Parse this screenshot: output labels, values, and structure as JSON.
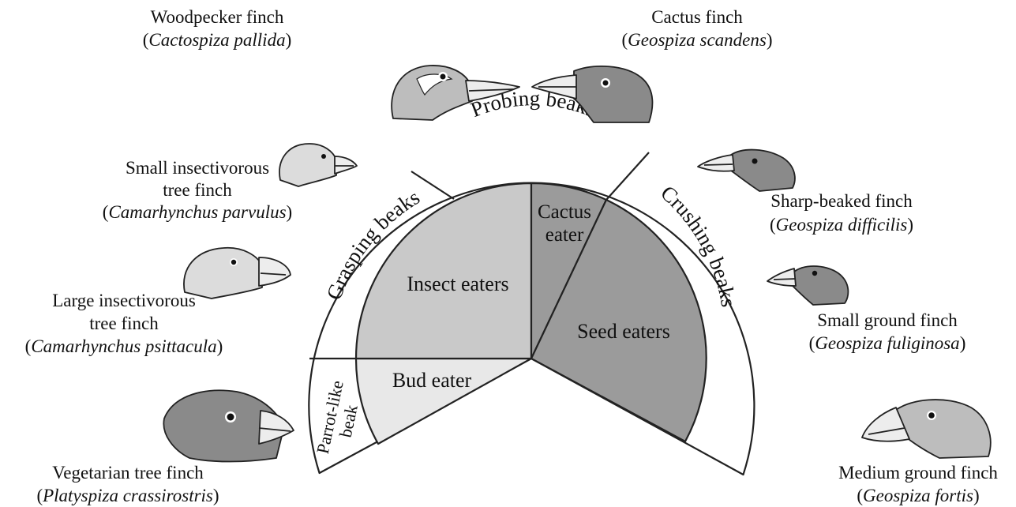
{
  "ring_labels": {
    "probing": "Probing beaks",
    "grasping": "Grasping beaks",
    "crushing": "Crushing beaks",
    "parrot_line1": "Parrot-like",
    "parrot_line2": "beak"
  },
  "sector_labels": {
    "insect": "Insect eaters",
    "cactus_line1": "Cactus",
    "cactus_line2": "eater",
    "seed": "Seed eaters",
    "bud": "Bud eater"
  },
  "birds": [
    {
      "line1": "Woodpecker finch",
      "open": "(",
      "latin": "Cactospiza pallida",
      "close": ")"
    },
    {
      "line1": "Cactus finch",
      "open": "(",
      "latin": "Geospiza scandens",
      "close": ")"
    },
    {
      "line1": "Small insectivorous",
      "line2": "tree finch",
      "open": "(",
      "latin": "Camarhynchus parvulus",
      "close": ")"
    },
    {
      "line1": "Sharp-beaked finch",
      "open": "(",
      "latin": "Geospiza difficilis",
      "close": ")"
    },
    {
      "line1": "Large insectivorous",
      "line2": "tree finch",
      "open": "(",
      "latin": "Camarhynchus psittacula",
      "close": ")"
    },
    {
      "line1": "Small ground finch",
      "open": "(",
      "latin": "Geospiza fuliginosa",
      "close": ")"
    },
    {
      "line1": "Vegetarian tree finch",
      "open": "(",
      "latin": "Platyspiza crassirostris",
      "close": ")"
    },
    {
      "line1": "Medium ground finch",
      "open": "(",
      "latin": "Geospiza fortis",
      "close": ")"
    }
  ],
  "colors": {
    "insect_fill": "#c9c9c9",
    "bud_fill": "#e8e8e8",
    "seed_fill": "#9b9b9b",
    "cactus_fill": "#9b9b9b",
    "ring_fill": "#ffffff",
    "dark_head": "#8a8a8a",
    "light_head": "#dcdcdc",
    "mid_head": "#bdbdbd"
  }
}
